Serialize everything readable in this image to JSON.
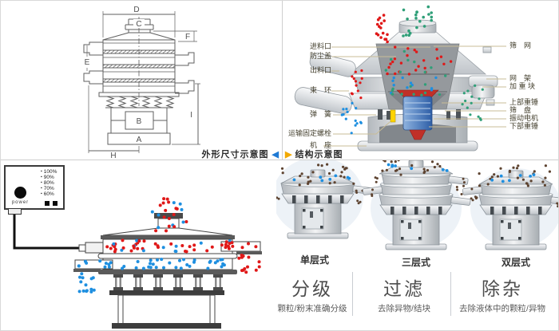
{
  "colors": {
    "red": "#e01818",
    "blue": "#1e8fe0",
    "green": "#2f9f78",
    "brown": "#5d4330",
    "arrow_blue": "#1f7ad4",
    "arrow_yellow": "#f2a900",
    "label_line": "#c9bd97",
    "motor_blue": "#33619f",
    "hammer_red": "#c03028",
    "bolt_yellow": "#ffd400"
  },
  "dimension_panel": {
    "caption": "外形尺寸示意图",
    "arrow": "◀",
    "labels": {
      "d": "D",
      "c": "C",
      "f": "F",
      "e": "E",
      "b": "B",
      "i": "I",
      "a": "A",
      "h": "H"
    }
  },
  "structure_panel": {
    "caption": "结构示意图",
    "arrow": "▶",
    "left_labels": [
      "进料口",
      "防尘盖",
      "出料口",
      "束　环",
      "弹　簧",
      "运输固定螺栓",
      "机　座"
    ],
    "right_labels": [
      "筛　网",
      "网　架",
      "加 重 块",
      "上部重锤",
      "筛　盘",
      "振动电机",
      "下部重锤"
    ]
  },
  "principle_panel": {
    "control": {
      "power_label": "power",
      "bullet": "▪",
      "levels": [
        "100%",
        "90%",
        "80%",
        "70%",
        "60%"
      ]
    }
  },
  "types_panel": {
    "items": [
      {
        "name": "单层式",
        "function": "分级",
        "desc": "颗粒/粉末准确分级"
      },
      {
        "name": "三层式",
        "function": "过滤",
        "desc": "去除异物/结块"
      },
      {
        "name": "双层式",
        "function": "除杂",
        "desc": "去除液体中的颗粒/异物"
      }
    ]
  }
}
